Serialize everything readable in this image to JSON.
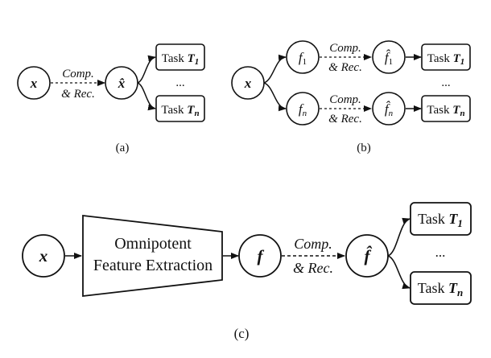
{
  "panel_a": {
    "input": "x",
    "edge_label_1": "Comp.",
    "edge_label_2": "& Rec.",
    "reconstructed": "x̂",
    "task_prefix": "Task",
    "task_1_var": "T",
    "task_1_sub": "1",
    "dots": "...",
    "task_n_var": "T",
    "task_n_sub": "n",
    "caption": "(a)"
  },
  "panel_b": {
    "input": "x",
    "feat_1_var": "f",
    "feat_1_sub": "1",
    "feat_n_var": "f",
    "feat_n_sub": "n",
    "edge_label_1": "Comp.",
    "edge_label_2": "& Rec.",
    "rec_1_var": "f̂",
    "rec_1_sub": "1",
    "rec_n_var": "f̂",
    "rec_n_sub": "n",
    "task_prefix": "Task",
    "task_1_var": "T",
    "task_1_sub": "1",
    "dots": "...",
    "task_n_var": "T",
    "task_n_sub": "n",
    "caption": "(b)"
  },
  "panel_c": {
    "input": "x",
    "extractor_line1": "Omnipotent",
    "extractor_line2": "Feature Extraction",
    "feature": "f",
    "edge_label_1": "Comp.",
    "edge_label_2": "& Rec.",
    "reconstructed": "f̂",
    "task_prefix": "Task",
    "task_1_var": "T",
    "task_1_sub": "1",
    "dots": "...",
    "task_n_var": "T",
    "task_n_sub": "n",
    "caption": "(c)"
  }
}
